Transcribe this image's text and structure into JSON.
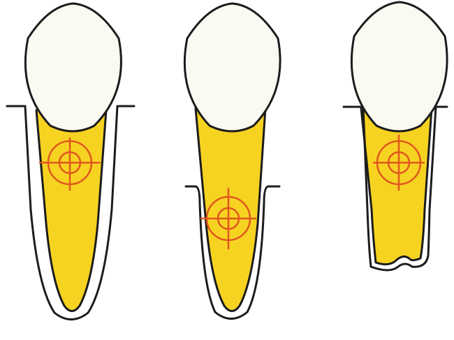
{
  "colors": {
    "background": "#ffffff",
    "crown_fill": "#fbfaf2",
    "root_fill": "#f7d321",
    "outline": "#1c1c1c",
    "target_marker": "#e0571f"
  },
  "panels": [
    {
      "name": "tooth-normal-bone-level",
      "marker": "crosshair-target-icon",
      "root_apex": "tapered",
      "bone_level": "high"
    },
    {
      "name": "tooth-reduced-bone-level",
      "marker": "crosshair-target-icon",
      "root_apex": "tapered",
      "bone_level": "low"
    },
    {
      "name": "tooth-shortened-root",
      "marker": "crosshair-target-icon",
      "root_apex": "blunted-resorbed",
      "bone_level": "high"
    }
  ]
}
